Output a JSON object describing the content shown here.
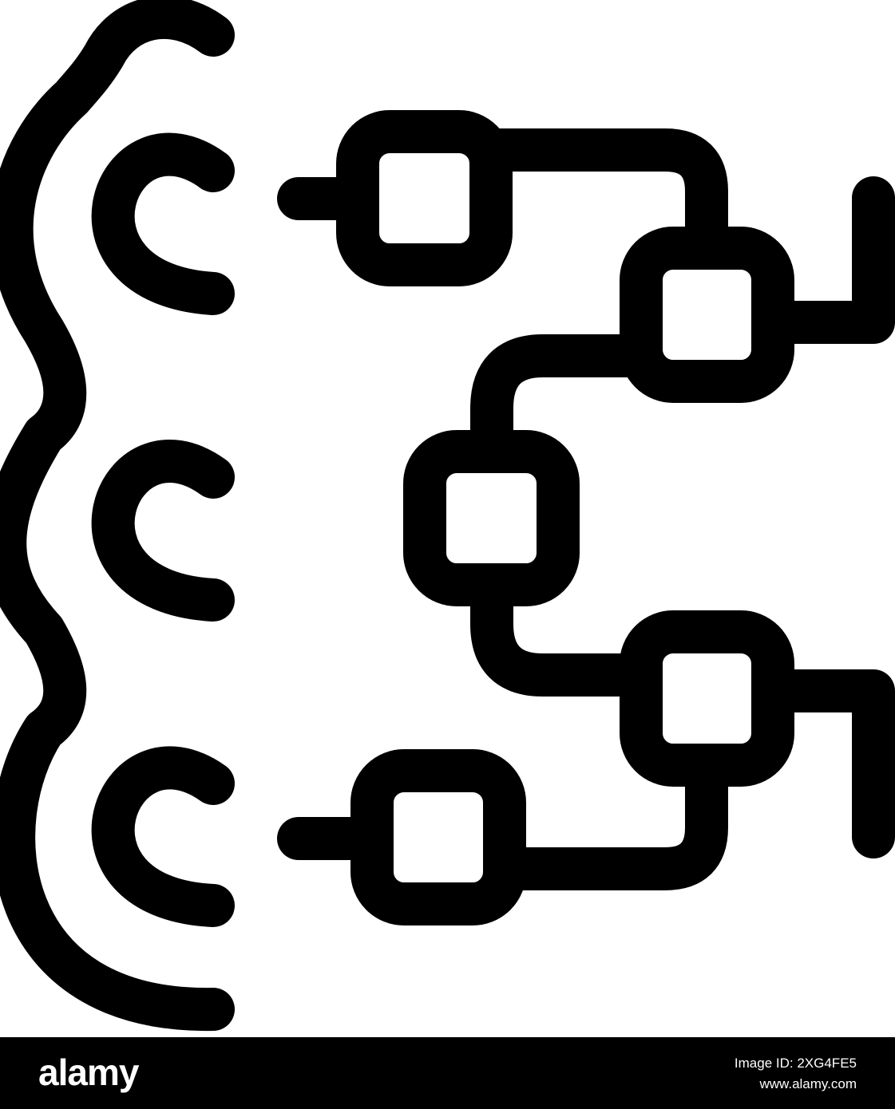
{
  "footer": {
    "brand": "alamy",
    "image_id": "Image ID: 2XG4FE5",
    "site": "www.alamy.com"
  }
}
